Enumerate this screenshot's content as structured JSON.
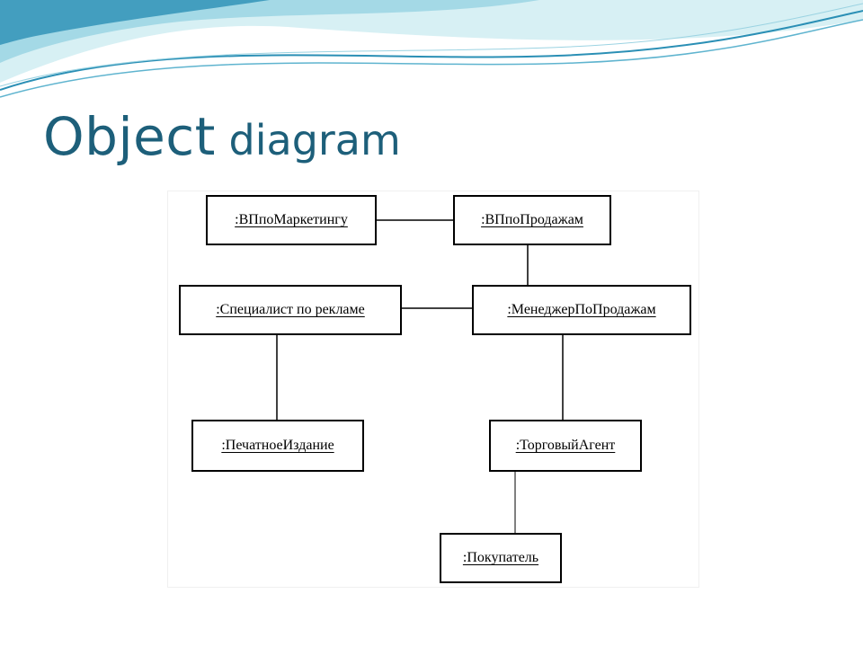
{
  "slide": {
    "title_main": "Object",
    "title_sub": " diagram"
  },
  "colors": {
    "title": "#1d5f7a",
    "wave_dark": "#2a8fb5",
    "wave_light": "#bfe6ee",
    "line": "#000000"
  },
  "objects": {
    "vp_marketing": ":ВПпоМаркетингу",
    "vp_sales": ":ВПпоПродажам",
    "ad_specialist": ":Специалист по рекламе",
    "sales_manager": ":МенеджерПоПродажам",
    "print_edition": ":ПечатноеИздание",
    "sales_agent": ":ТорговыйАгент",
    "customer": ":Покупатель"
  }
}
